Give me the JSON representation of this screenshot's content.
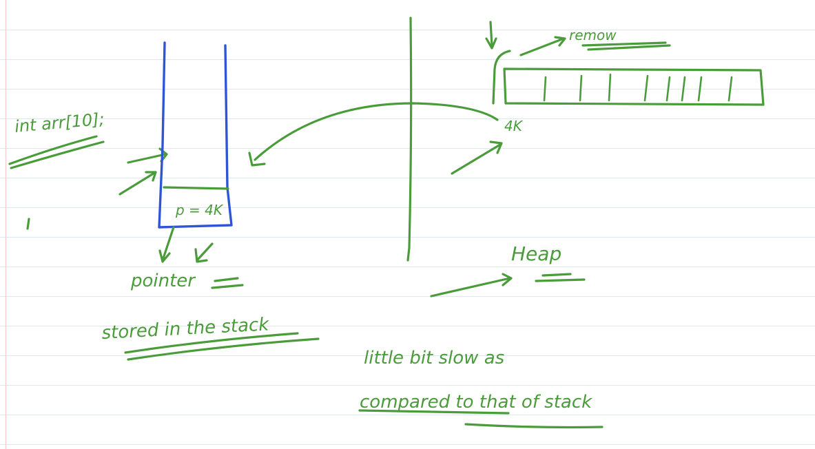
{
  "note": {
    "ink_color": "#4a9c3a",
    "stack_color": "#2f55d6",
    "rule_color": "#dde7f1",
    "margin_color": "#f1c7c7",
    "labels": {
      "declaration": "int arr[10];",
      "stack_value": "p = 4K",
      "heap_address": "4K",
      "remove": "remow",
      "heap": "Heap",
      "pointer": "pointer",
      "stored": "stored in the stack",
      "slow_line1": "little bit slow   as",
      "slow_line2": "compared to that of stack"
    }
  }
}
